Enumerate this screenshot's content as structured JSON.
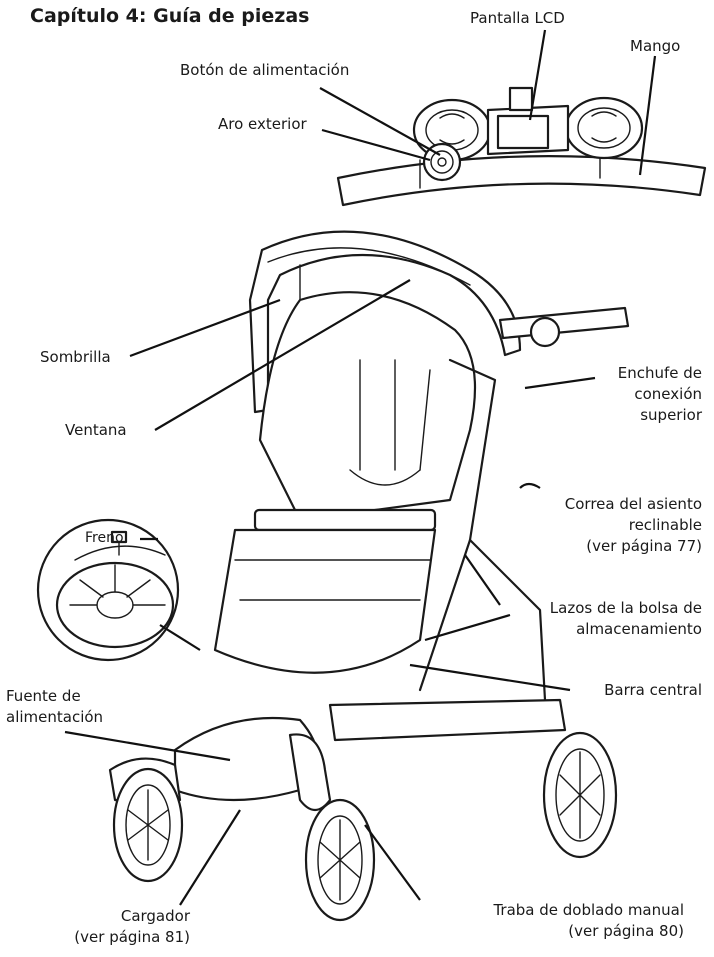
{
  "title": "Capítulo 4: Guía de piezas",
  "labels": {
    "pantalla_lcd": "Pantalla LCD",
    "mango": "Mango",
    "boton_alimentacion": "Botón de alimentación",
    "aro_exterior": "Aro exterior",
    "sombrilla": "Sombrilla",
    "ventana": "Ventana",
    "enchufe_1": "Enchufe de",
    "enchufe_2": "conexión",
    "enchufe_3": "superior",
    "correa_1": "Correa del asiento",
    "correa_2": "reclinable",
    "correa_3": "(ver página 77)",
    "freno": "Freno",
    "lazos_1": "Lazos de la bolsa de",
    "lazos_2": "almacenamiento",
    "barra_central": "Barra central",
    "fuente_1": "Fuente de",
    "fuente_2": "alimentación",
    "cargador_1": "Cargador",
    "cargador_2": "(ver página 81)",
    "traba_1": "Traba de doblado manual",
    "traba_2": "(ver página 80)"
  }
}
